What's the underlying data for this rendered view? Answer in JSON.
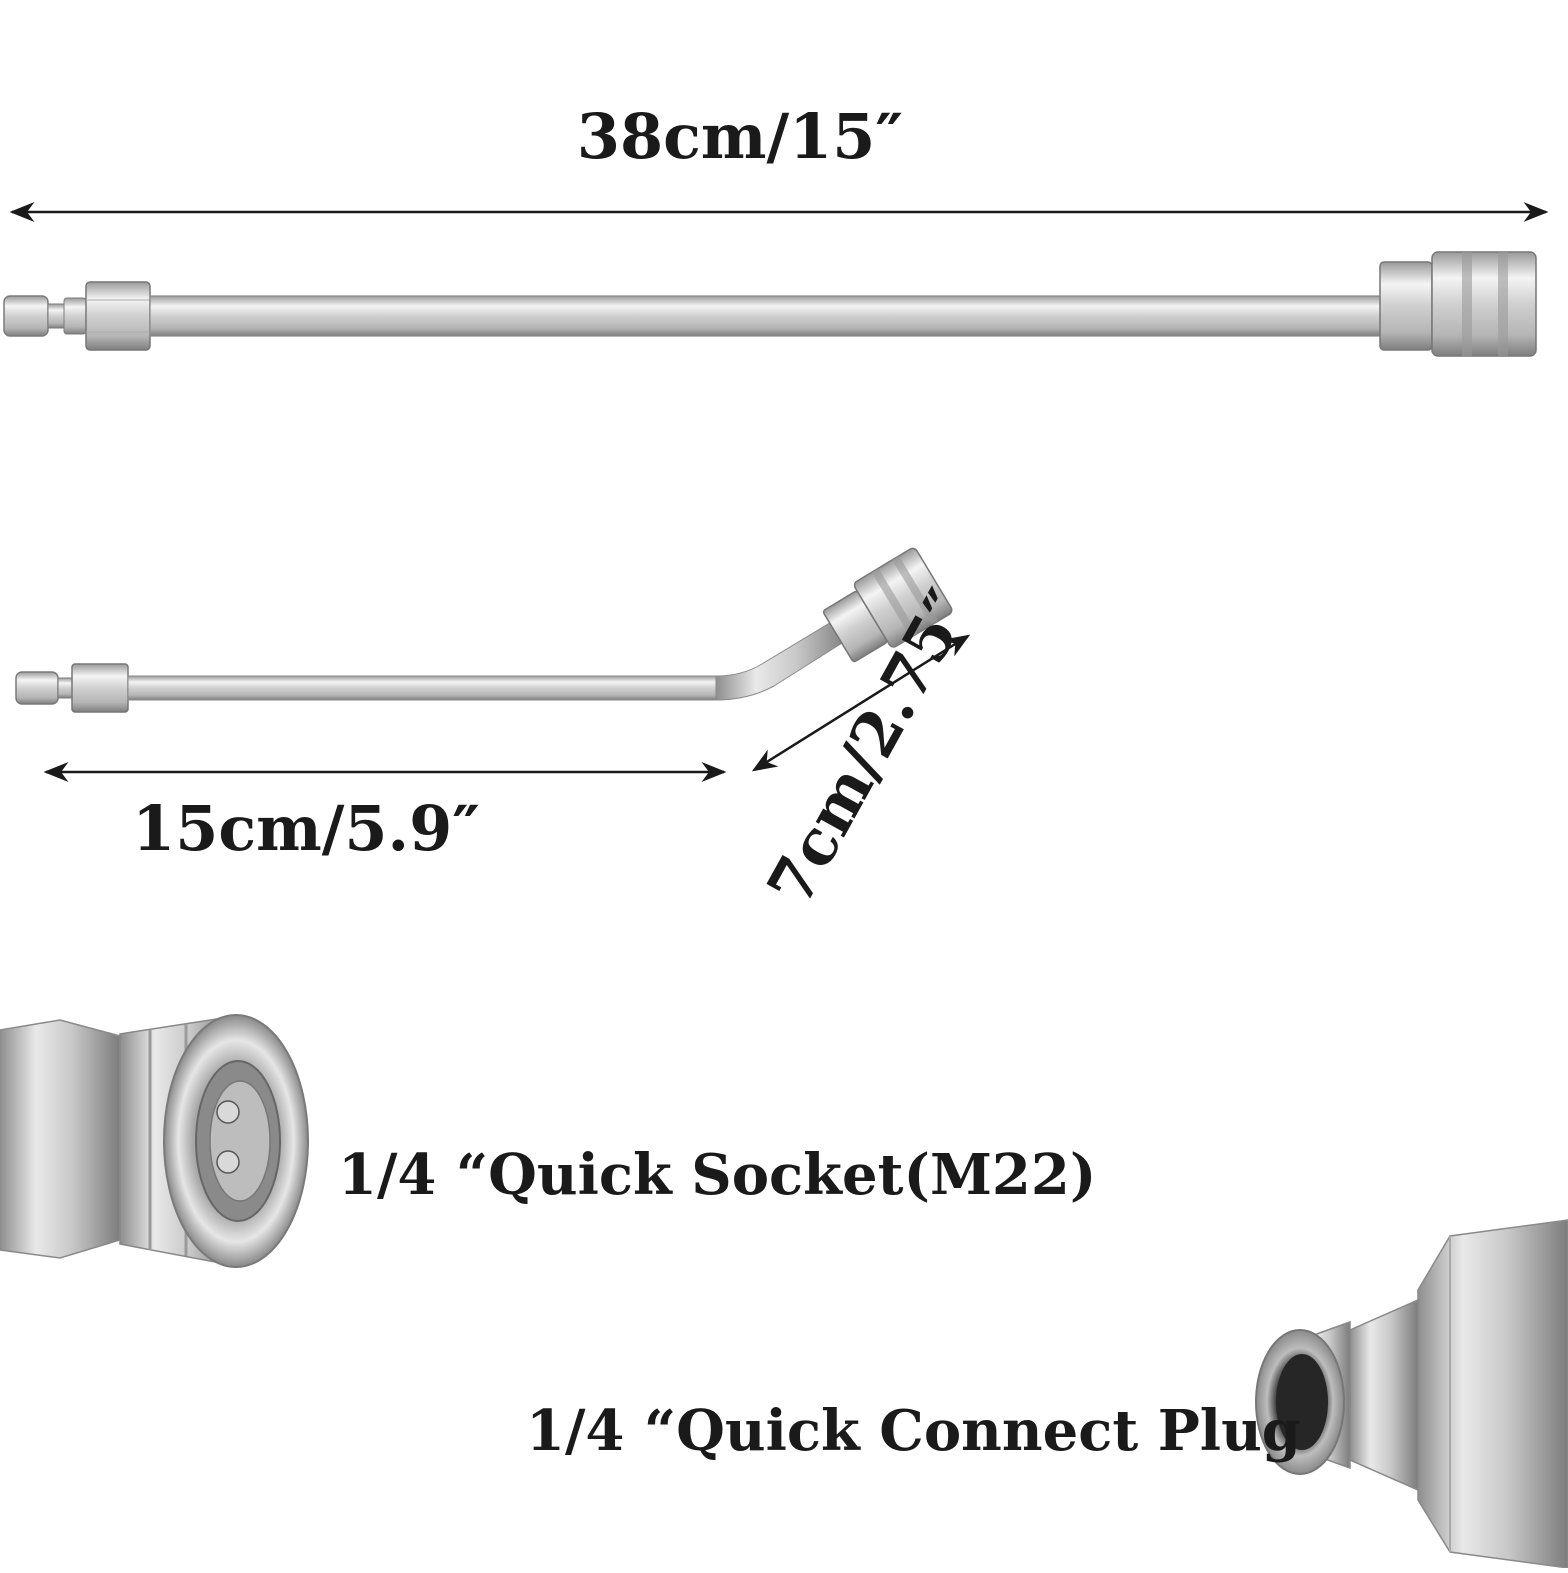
{
  "dimensions": {
    "long_wand_length": "38cm/15″",
    "short_wand_straight_length": "15cm/5.9″",
    "short_wand_bent_length": "7cm/2.75″"
  },
  "parts": {
    "quick_socket_label": "1/4 “Quick Socket(M22)",
    "quick_plug_label": "1/4 “Quick Connect Plug"
  },
  "colors": {
    "text": "#1a1a1a",
    "metal_light": "#f2f2f2",
    "metal_mid": "#c4c4c4",
    "metal_dark": "#8a8a8a",
    "metal_edge": "#6e6e6e"
  }
}
